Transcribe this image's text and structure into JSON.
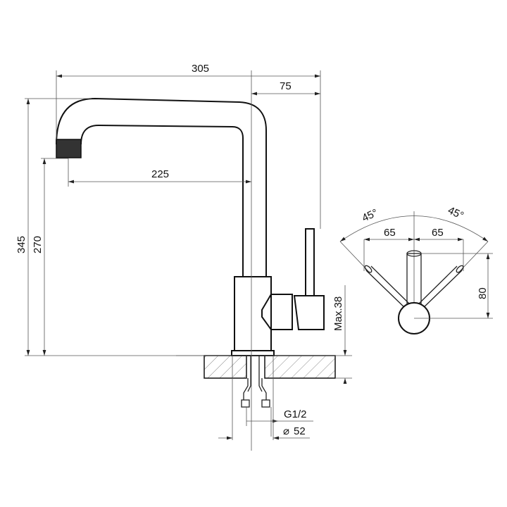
{
  "title": "Kitchen faucet dimensional drawing",
  "dimensions": {
    "overall_reach": "305",
    "handle_offset": "75",
    "spout_reach": "225",
    "overall_height": "345",
    "spout_height": "270",
    "max_countertop": "Max.38",
    "connection_thread": "G1/2",
    "base_diameter": "52",
    "diameter_symbol": "⌀",
    "handle_left_angle": "45°",
    "handle_right_angle": "45°",
    "handle_left_offset": "65",
    "handle_right_offset": "65",
    "handle_height": "80"
  },
  "colors": {
    "line": "#111111",
    "dim": "#555555"
  }
}
